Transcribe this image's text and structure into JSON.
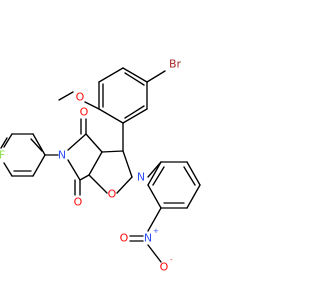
{
  "molecule": {
    "atom_labels": {
      "br": "Br",
      "o_methoxy": "O",
      "o_carbonyl_top": "O",
      "n_imide": "N",
      "f": "F",
      "n_ring": "N",
      "o_ring": "O",
      "o_carbonyl_bottom": "O",
      "n_nitro": "N",
      "n_nitro_charge": "+",
      "o_nitro_left": "O",
      "o_nitro_right": "O",
      "o_nitro_right_charge": "-"
    },
    "colors": {
      "bond": "#000000",
      "carbon_text": "#000000",
      "oxygen": "#ff0d0d",
      "nitrogen": "#3050f8",
      "fluorine": "#90e050",
      "bromine": "#a62929"
    }
  }
}
